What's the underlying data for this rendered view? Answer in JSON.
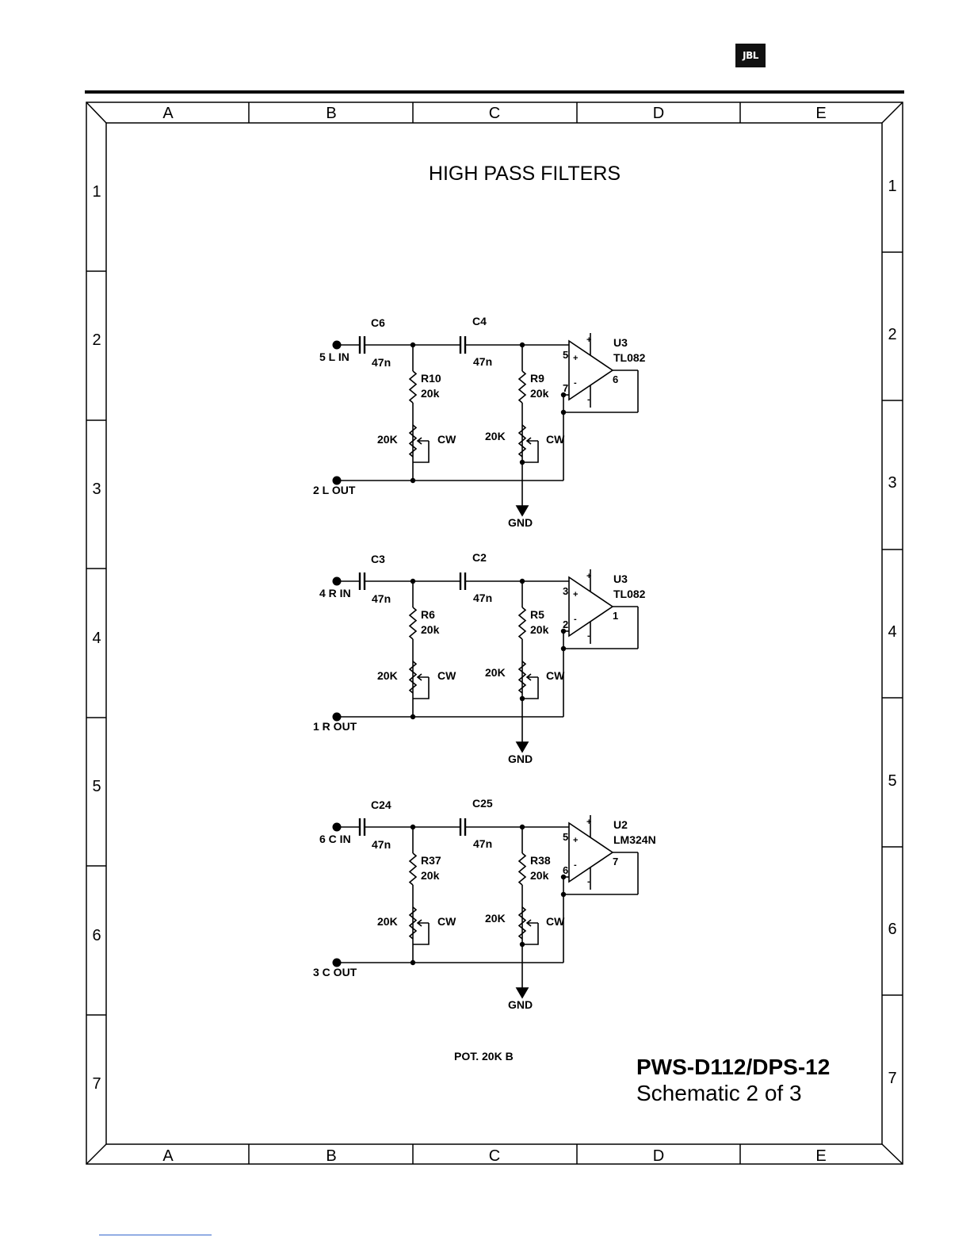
{
  "header": {
    "logo": "JBL"
  },
  "frame": {
    "columns": [
      "A",
      "B",
      "C",
      "D",
      "E"
    ],
    "rows": [
      "1",
      "2",
      "3",
      "4",
      "5",
      "6",
      "7"
    ]
  },
  "title": "HIGH PASS FILTERS",
  "channels": [
    {
      "in_label": "5 L IN",
      "out_label": "2 L OUT",
      "c1": "C6",
      "c1_val": "47n",
      "c2": "C4",
      "c2_val": "47n",
      "r1": "R10",
      "r1_val": "20k",
      "r2": "R9",
      "r2_val": "20k",
      "pot1": "20K",
      "pot2": "20K",
      "cw": "CW",
      "opamp": "U3",
      "opamp_part": "TL082",
      "pin_plus": "5",
      "pin_minus": "7",
      "pin_out": "6",
      "gnd": "GND"
    },
    {
      "in_label": "4 R IN",
      "out_label": "1 R OUT",
      "c1": "C3",
      "c1_val": "47n",
      "c2": "C2",
      "c2_val": "47n",
      "r1": "R6",
      "r1_val": "20k",
      "r2": "R5",
      "r2_val": "20k",
      "pot1": "20K",
      "pot2": "20K",
      "cw": "CW",
      "opamp": "U3",
      "opamp_part": "TL082",
      "pin_plus": "3",
      "pin_minus": "2",
      "pin_out": "1",
      "gnd": "GND"
    },
    {
      "in_label": "6 C IN",
      "out_label": "3 C OUT",
      "c1": "C24",
      "c1_val": "47n",
      "c2": "C25",
      "c2_val": "47n",
      "r1": "R37",
      "r1_val": "20k",
      "r2": "R38",
      "r2_val": "20k",
      "pot1": "20K",
      "pot2": "20K",
      "cw": "CW",
      "opamp": "U2",
      "opamp_part": "LM324N",
      "pin_plus": "5",
      "pin_minus": "6",
      "pin_out": "7",
      "gnd": "GND"
    }
  ],
  "note": "POT. 20K B",
  "title_block": {
    "model": "PWS-D112/DPS-12",
    "sheet": "Schematic 2 of 3"
  }
}
